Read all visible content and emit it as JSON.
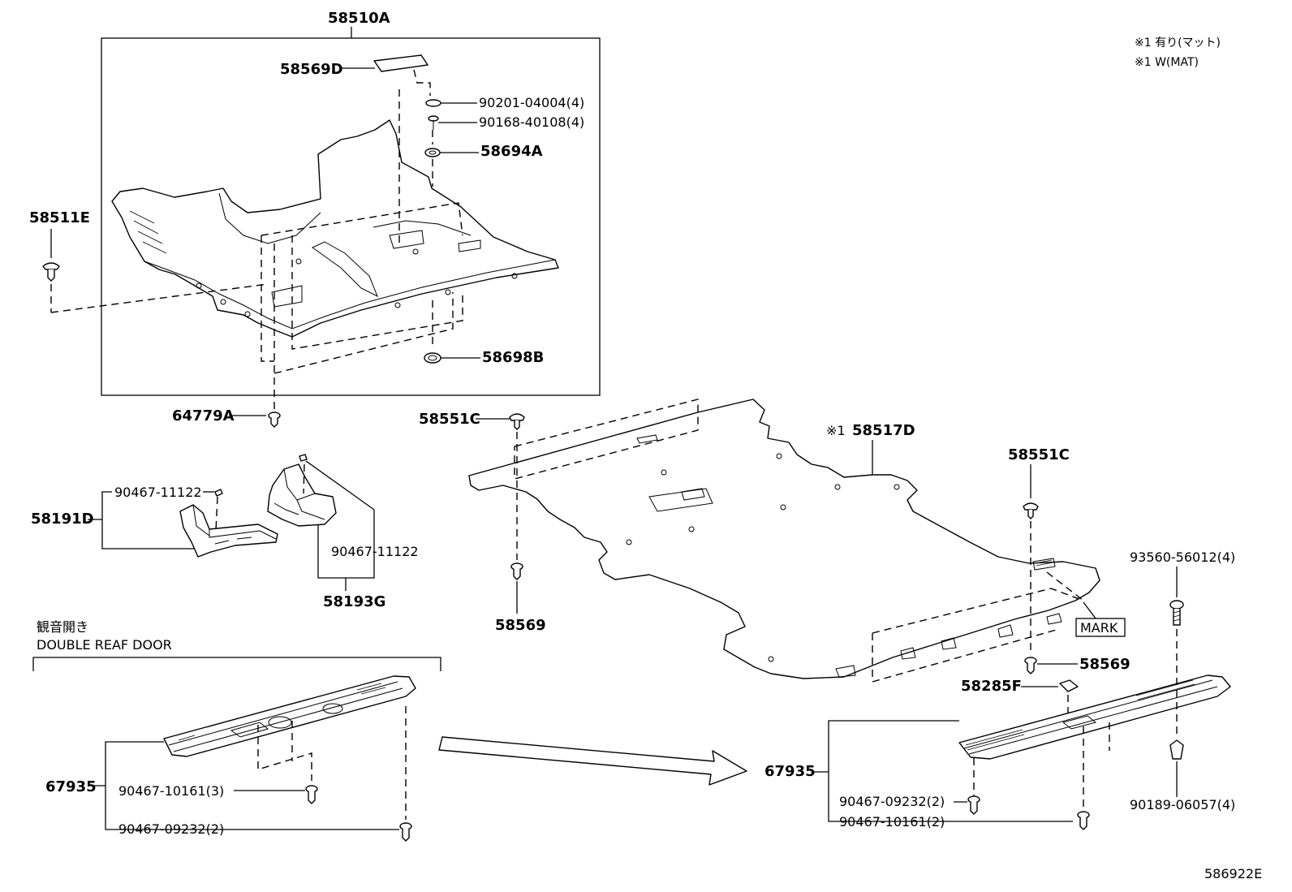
{
  "notes": {
    "line1": "※1 有り(マット)",
    "line2": "※1 W(MAT)"
  },
  "labels": {
    "p58510A": "58510A",
    "p58569D": "58569D",
    "p90201": "90201-04004(4)",
    "p90168": "90168-40108(4)",
    "p58694A": "58694A",
    "p58511E": "58511E",
    "p58698B": "58698B",
    "p64779A": "64779A",
    "p58551C_a": "58551C",
    "p58517D_mark": "※1",
    "p58517D": "58517D",
    "p58551C_b": "58551C",
    "p90467_a": "90467-11122",
    "p58191D": "58191D",
    "p90467_b": "90467-11122",
    "p58193G": "58193G",
    "p58569_a": "58569",
    "p93560": "93560-56012(4)",
    "mark": "MARK",
    "p58569_b": "58569",
    "p58285F": "58285F",
    "door_jp": "観音開き",
    "door_en": "DOUBLE REAF DOOR",
    "p67935_l": "67935",
    "p90467_10161_l": "90467-10161(3)",
    "p90467_09232_l": "90467-09232(2)",
    "p67935_r": "67935",
    "p90467_09232_r": "90467-09232(2)",
    "p90467_10161_r": "90467-10161(2)",
    "p90189": "90189-06057(4)",
    "diagram_id": "586922E"
  }
}
